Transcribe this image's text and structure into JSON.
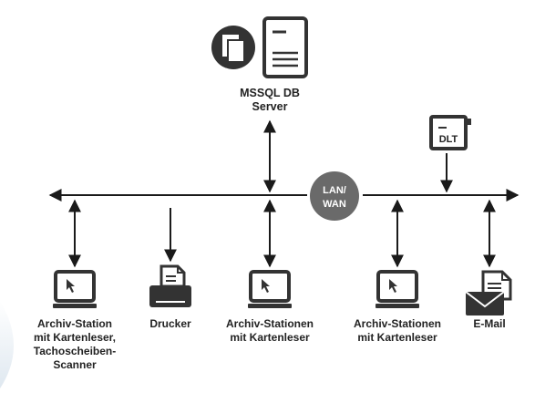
{
  "colors": {
    "line": "#1a1a1a",
    "device": "#333333",
    "hub": "#6a6a6a",
    "hub_text": "#ffffff",
    "background": "#ffffff",
    "bottom_fade": "#dfe8f0"
  },
  "server": {
    "label_line1": "MSSQL DB",
    "label_line2": "Server",
    "icon": "server-database-icon"
  },
  "hub": {
    "line1": "LAN/",
    "line2": "WAN"
  },
  "dlt": {
    "label": "DLT",
    "icon": "tape-drive-icon"
  },
  "nodes": [
    {
      "id": "archiv-station-1",
      "icon": "monitor-icon",
      "lines": [
        "Archiv-Station",
        "mit Kartenleser,",
        "Tachoscheiben-",
        "Scanner"
      ]
    },
    {
      "id": "drucker",
      "icon": "printer-icon",
      "lines": [
        "Drucker"
      ]
    },
    {
      "id": "archiv-stationen-1",
      "icon": "monitor-icon",
      "lines": [
        "Archiv-Stationen",
        "mit Kartenleser"
      ]
    },
    {
      "id": "archiv-stationen-2",
      "icon": "monitor-icon",
      "lines": [
        "Archiv-Stationen",
        "mit Kartenleser"
      ]
    },
    {
      "id": "email",
      "icon": "envelope-icon",
      "lines": [
        "E-Mail"
      ]
    }
  ]
}
